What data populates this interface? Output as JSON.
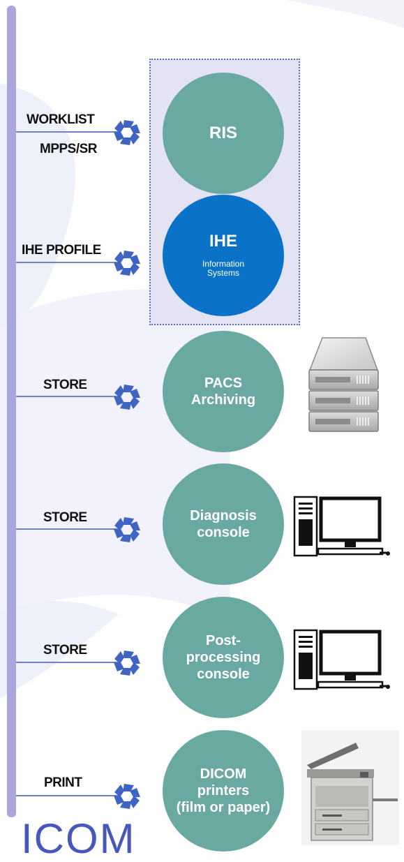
{
  "footer": {
    "text": "ICOM"
  },
  "connections": [
    {
      "labels": [
        "WORKLIST",
        "MPPS/SR"
      ],
      "node": {
        "title": "RIS",
        "subtitle": ""
      }
    },
    {
      "labels": [
        "IHE PROFILE"
      ],
      "node": {
        "title": "IHE",
        "subtitle": "Information\nSystems"
      }
    },
    {
      "labels": [
        "STORE"
      ],
      "node": {
        "title": "PACS\nArchiving",
        "subtitle": ""
      }
    },
    {
      "labels": [
        "STORE"
      ],
      "node": {
        "title": "Diagnosis\nconsole",
        "subtitle": ""
      }
    },
    {
      "labels": [
        "STORE"
      ],
      "node": {
        "title": "Post-\nprocessing\nconsole",
        "subtitle": ""
      }
    },
    {
      "labels": [
        "PRINT"
      ],
      "node": {
        "title": "DICOM\nprinters\n(film or paper)",
        "subtitle": ""
      }
    }
  ],
  "colors": {
    "bus": "#a9a7de",
    "connector": "#6e82c8",
    "node_teal": "#6aa9a1",
    "node_blue": "#0a72c7",
    "group_fill": "#e3e3f4",
    "group_border": "#5b6fc6"
  },
  "icons": [
    "aperture-icon",
    "server-icon",
    "computer-icon",
    "printer-icon"
  ]
}
